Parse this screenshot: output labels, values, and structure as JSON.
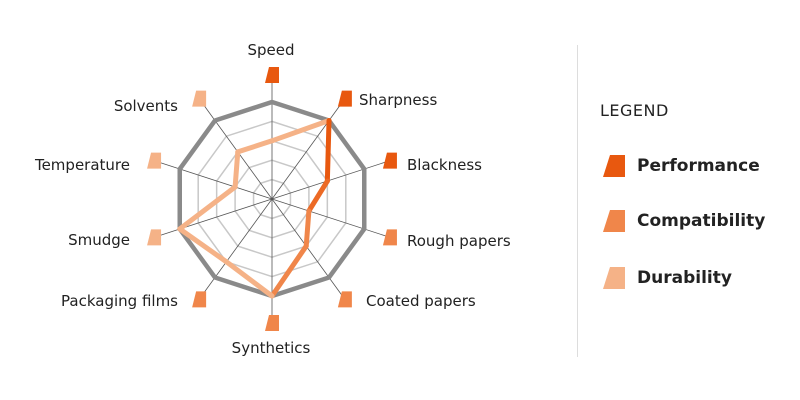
{
  "chart_data": {
    "type": "radar",
    "title": "",
    "categories": [
      "Speed",
      "Sharpness",
      "Blackness",
      "Rough papers",
      "Coated papers",
      "Synthetics",
      "Packaging films",
      "Smudge",
      "Temperature",
      "Solvents"
    ],
    "category_groups": [
      "Performance",
      "Performance",
      "Performance",
      "Compatibility",
      "Compatibility",
      "Compatibility",
      "Compatibility",
      "Durability",
      "Durability",
      "Durability"
    ],
    "values": [
      3,
      5,
      3,
      2,
      3,
      5,
      4,
      5,
      2,
      3
    ],
    "range": [
      0,
      5
    ],
    "rings": 5,
    "legend": {
      "title": "LEGEND",
      "placement": "right",
      "entries": [
        {
          "name": "Performance",
          "color": "#e8580f"
        },
        {
          "name": "Compatibility",
          "color": "#f0864a"
        },
        {
          "name": "Durability",
          "color": "#f5b287"
        }
      ]
    }
  }
}
